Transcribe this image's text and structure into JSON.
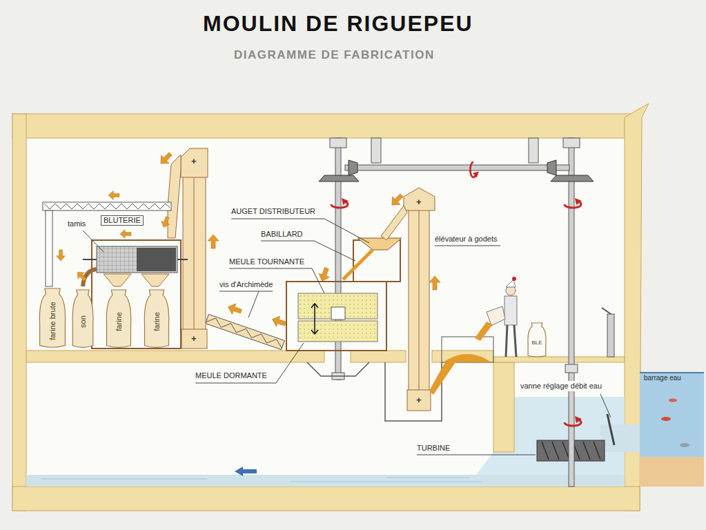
{
  "diagram": {
    "title": "MOULIN DE RIGUEPEU",
    "nodes": [
      {
        "text": [
          "farine brute"
        ]
      },
      {
        "text": [
          "son"
        ]
      },
      {
        "text": [
          "farine"
        ]
      },
      {
        "text": [
          "farine"
        ]
      },
      {
        "text": [
          "BLE"
        ]
      }
    ],
    "labels": [
      "DIAGRAMME DE FABRICATION",
      "tamis",
      "BLUTERIE",
      "AUGET DISTRIBUTEUR",
      "BABILLARD",
      "MEULE TOURNANTE",
      "vis d'Archimède",
      "MEULE DORMANTE",
      "élévateur à godets",
      "vanne réglage débit eau",
      "TURBINE",
      "barrage eau",
      "+",
      "+",
      "+",
      "+"
    ]
  }
}
